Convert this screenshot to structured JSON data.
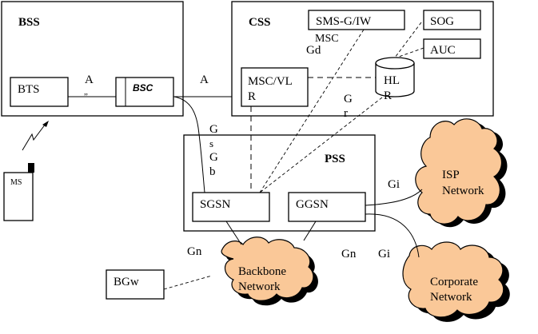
{
  "diagram": {
    "colors": {
      "cloud_fill": "#FAC898",
      "line": "#000000",
      "background": "#ffffff"
    },
    "subsystems": {
      "bss": {
        "title": "BSS"
      },
      "css": {
        "title": "CSS"
      },
      "pss": {
        "title": "PSS"
      }
    },
    "nodes": {
      "bts": "BTS",
      "bsc": "BSC",
      "msc_vlr_1": "MSC/VL",
      "msc_vlr_2": "R",
      "sms_g_iw": "SMS-G/IW",
      "sms_msc": "MSC",
      "sog": "SOG",
      "auc": "AUC",
      "hlr_1": "HL",
      "hlr_2": "R",
      "sgsn": "SGSN",
      "ggsn": "GGSN",
      "bgw": "BGw",
      "ms": "MS"
    },
    "clouds": {
      "isp_1": "ISP",
      "isp_2": "Network",
      "corp_1": "Corporate",
      "corp_2": "Network",
      "backbone_1": "Backbone",
      "backbone_2": "Network"
    },
    "interfaces": {
      "abis_a": "A",
      "abis_b": "„",
      "a": "A",
      "gd": "Gd",
      "gr_1": "G",
      "gr_2": "r",
      "gb_1": "G",
      "gb_2": "s",
      "gb_3": "G",
      "gb_4": "b",
      "gi_isp": "Gi",
      "gi_corp": "Gi",
      "gn_left": "Gn",
      "gn_right": "Gn"
    },
    "icons": [
      "radio-link-icon",
      "mobile-station-icon",
      "database-cylinder-icon",
      "cloud-icon"
    ]
  }
}
